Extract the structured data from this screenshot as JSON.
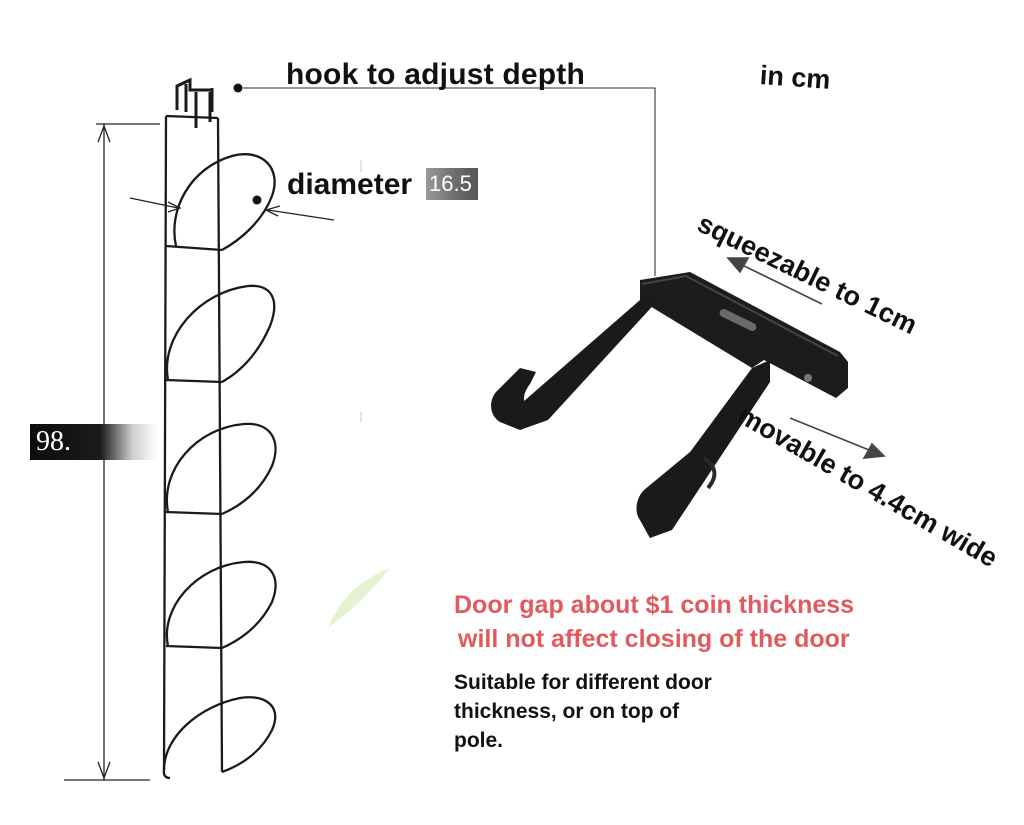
{
  "labels": {
    "hook_adjust": "hook to adjust depth",
    "units": "in cm",
    "diameter": "diameter",
    "diameter_value": "16.5",
    "height_value": "98.",
    "squeezable": "squeezable to 1cm",
    "movable": "movable to 4.4cm wide"
  },
  "door_gap_note": {
    "line1": "Door gap about $1 coin thickness",
    "line2": "will not affect closing of the door"
  },
  "suitable_note": {
    "line1": "Suitable for different door",
    "line2": "thickness, or on top of",
    "line3": "pole."
  },
  "colors": {
    "text": "#111111",
    "note_red": "#e05a5f",
    "rack_wire": "#1a1a1a",
    "bracket": "#1c1c1c"
  }
}
